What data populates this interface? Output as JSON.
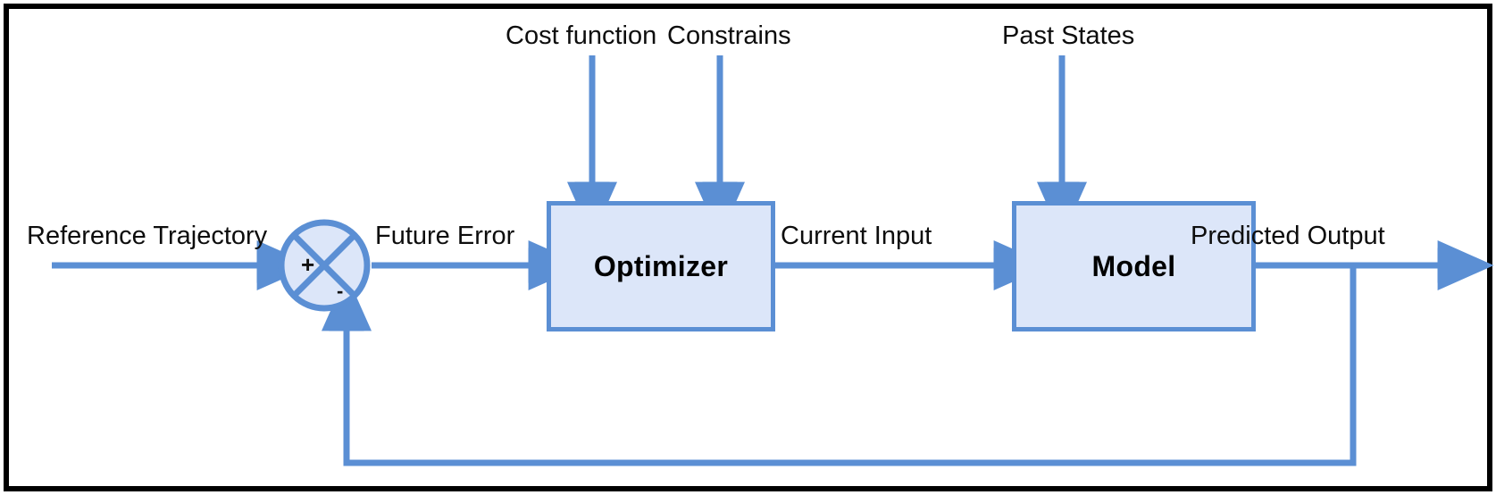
{
  "diagram": {
    "title": "Model Predictive Control block diagram",
    "colors": {
      "wire": "#5b8fd4",
      "block_fill": "#dce6f9",
      "block_border": "#5b8fd4",
      "frame": "#000000",
      "text": "#0d0d0d",
      "background": "#ffffff"
    },
    "blocks": [
      {
        "id": "optimizer",
        "label": "Optimizer"
      },
      {
        "id": "model",
        "label": "Model"
      }
    ],
    "junction": {
      "type": "summing-junction",
      "plus": "+",
      "minus": "-"
    },
    "labels": {
      "cost_function": "Cost function",
      "constrains": "Constrains",
      "past_states": "Past States",
      "reference_trajectory": "Reference Trajectory",
      "future_error": "Future Error",
      "current_input": "Current Input",
      "predicted_output": "Predicted Output"
    },
    "signals": [
      {
        "name": "reference-trajectory",
        "from": "input",
        "to": "summing-junction",
        "sign": "+"
      },
      {
        "name": "cost-function",
        "from": "input",
        "to": "optimizer"
      },
      {
        "name": "constrains",
        "from": "input",
        "to": "optimizer"
      },
      {
        "name": "past-states",
        "from": "input",
        "to": "model"
      },
      {
        "name": "future-error",
        "from": "summing-junction",
        "to": "optimizer"
      },
      {
        "name": "current-input",
        "from": "optimizer",
        "to": "model"
      },
      {
        "name": "predicted-output",
        "from": "model",
        "to": "output"
      },
      {
        "name": "feedback",
        "from": "model",
        "to": "summing-junction",
        "sign": "-"
      }
    ]
  }
}
